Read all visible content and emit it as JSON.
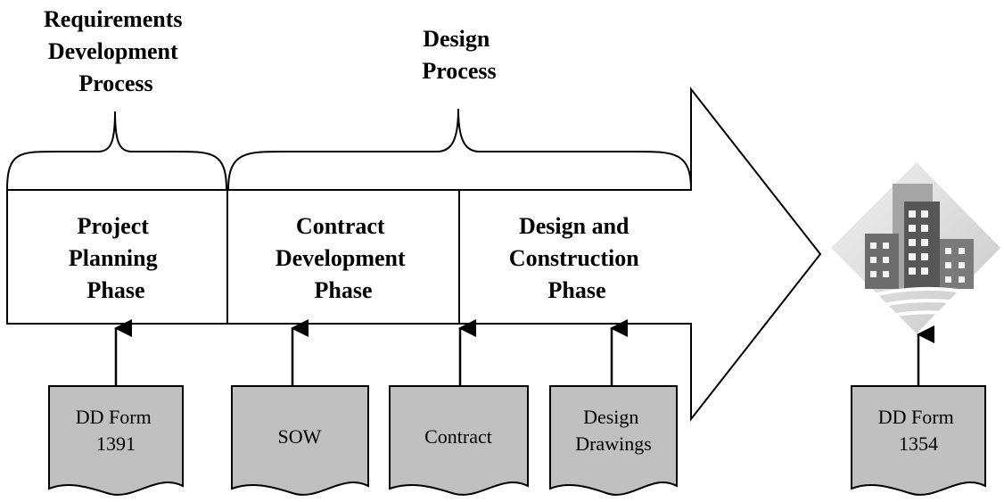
{
  "headers": {
    "requirements": [
      "Requirements",
      "Development",
      "Process"
    ],
    "design": [
      "Design",
      "Process"
    ]
  },
  "phases": [
    {
      "lines": [
        "Project",
        "Planning",
        "Phase"
      ]
    },
    {
      "lines": [
        "Contract",
        "Development",
        "Phase"
      ]
    },
    {
      "lines": [
        "Design and",
        "Construction",
        "Phase"
      ]
    }
  ],
  "documents": [
    {
      "lines": [
        "DD Form",
        "1391"
      ]
    },
    {
      "lines": [
        "SOW"
      ]
    },
    {
      "lines": [
        "Contract"
      ]
    },
    {
      "lines": [
        "Design",
        "Drawings"
      ]
    },
    {
      "lines": [
        "DD Form",
        "1354"
      ]
    }
  ],
  "colors": {
    "document_fill": "#c0c0c0",
    "building_front": "#6d6d6d",
    "building_back": "#a5a5a5",
    "background_diamond": "#dedede"
  },
  "icons": {
    "end_result": "building-icon"
  }
}
